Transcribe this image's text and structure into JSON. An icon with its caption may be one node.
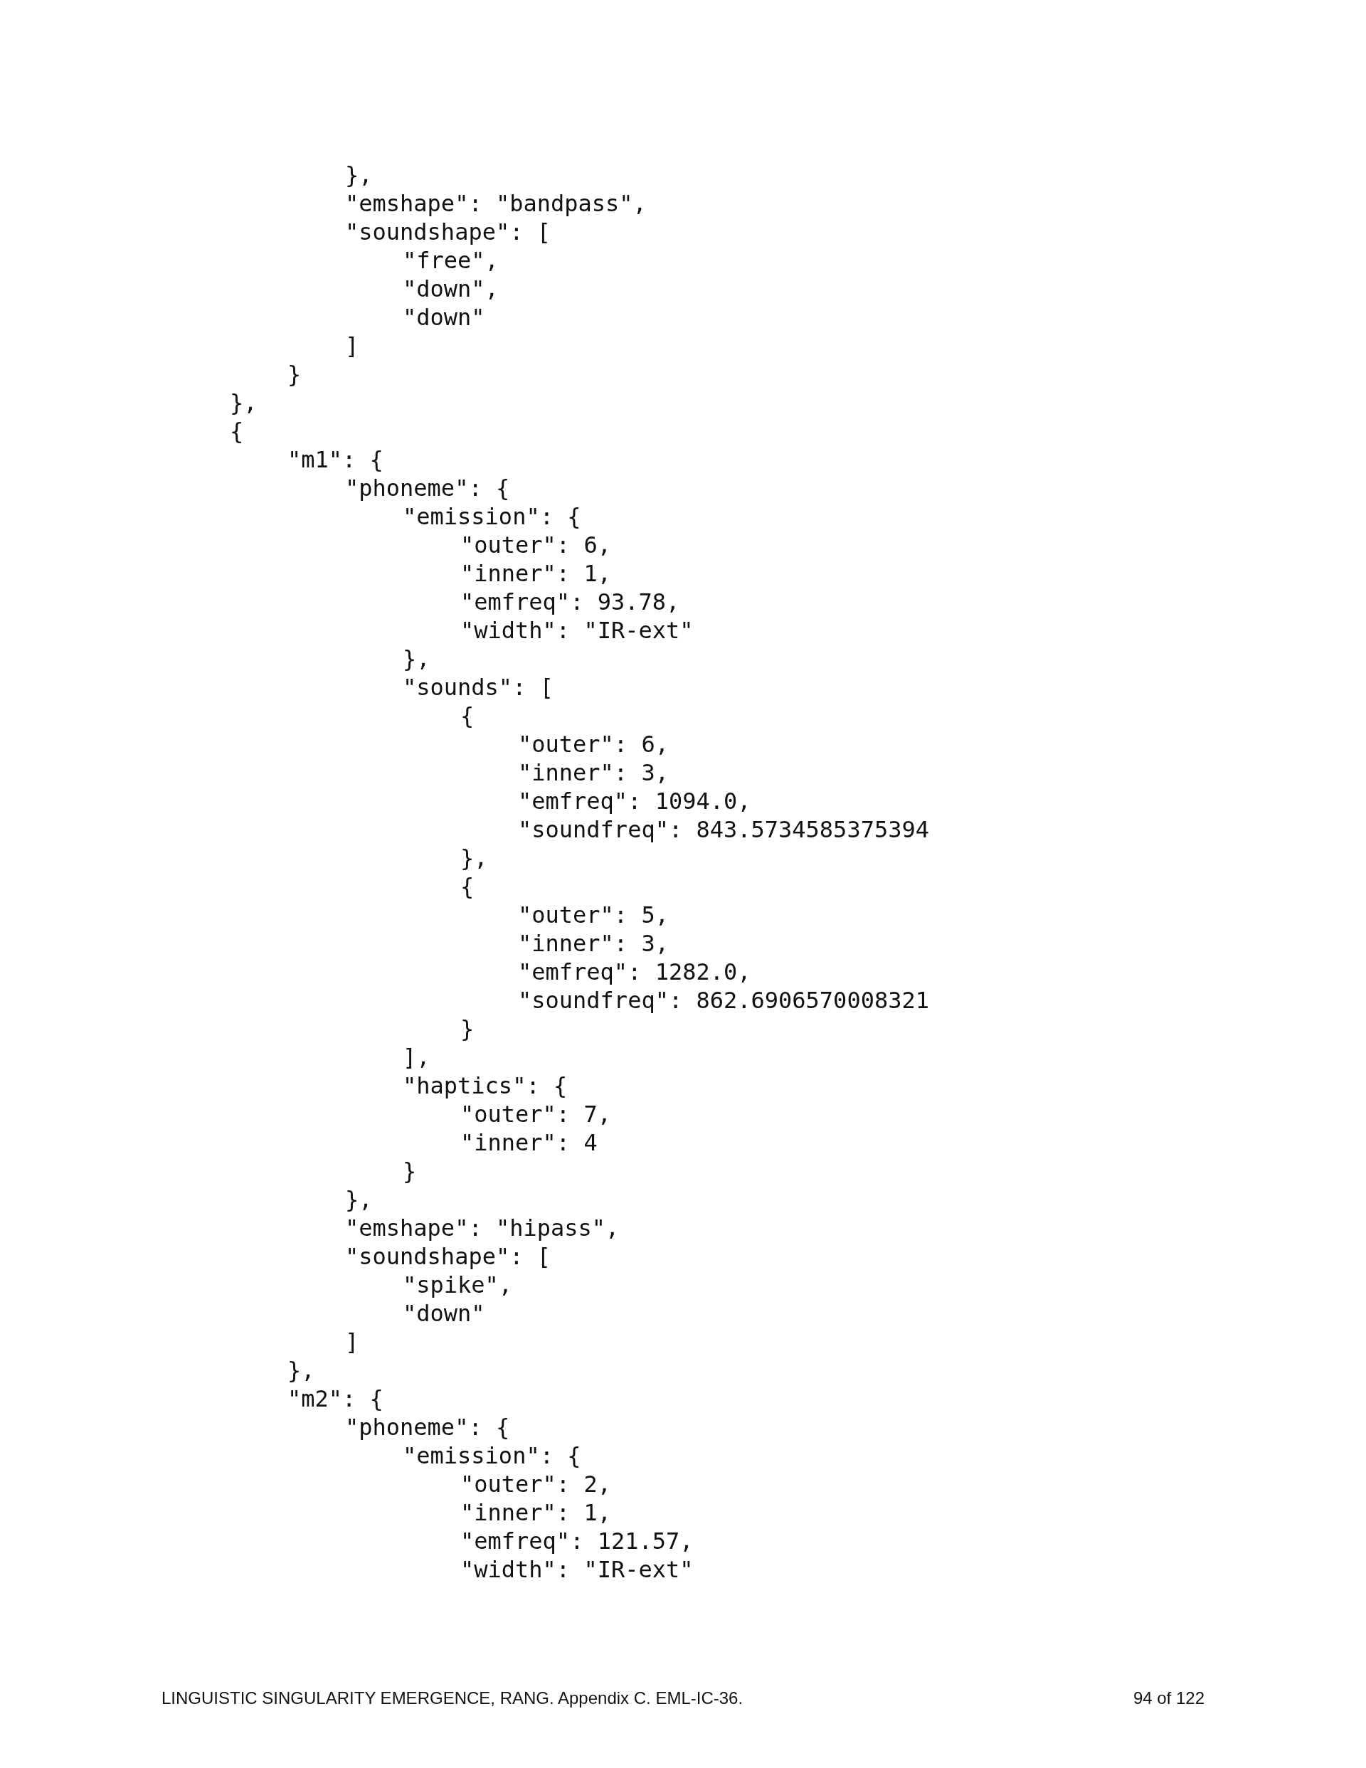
{
  "diagram": {
    "labels": [
      "},",
      "\"emshape\": \"bandpass\",",
      "\"soundshape\": [",
      "\"free\",",
      "\"down\",",
      "\"down\"",
      "]",
      "}",
      "},",
      "{",
      "\"m1\": {",
      "\"phoneme\": {",
      "\"emission\": {",
      "\"outer\": 6,",
      "\"inner\": 1,",
      "\"emfreq\": 93.78,",
      "\"width\": \"IR-ext\"",
      "},",
      "\"sounds\": [",
      "{",
      "\"outer\": 6,",
      "\"inner\": 3,",
      "\"emfreq\": 1094.0,",
      "\"soundfreq\": 843.5734585375394",
      "},",
      "{",
      "\"outer\": 5,",
      "\"inner\": 3,",
      "\"emfreq\": 1282.0,",
      "\"soundfreq\": 862.6906570008321",
      "}",
      "],",
      "\"haptics\": {",
      "\"outer\": 7,",
      "\"inner\": 4",
      "}",
      "},",
      "\"emshape\": \"hipass\",",
      "\"soundshape\": [",
      "\"spike\",",
      "\"down\"",
      "]",
      "},",
      "\"m2\": {",
      "\"phoneme\": {",
      "\"emission\": {",
      "\"outer\": 2,",
      "\"inner\": 1,",
      "\"emfreq\": 121.57,",
      "\"width\": \"IR-ext\"",
      "LINGUISTIC SINGULARITY EMERGENCE, RANG. Appendix C. EML-IC-36.",
      "94 of 122"
    ]
  }
}
